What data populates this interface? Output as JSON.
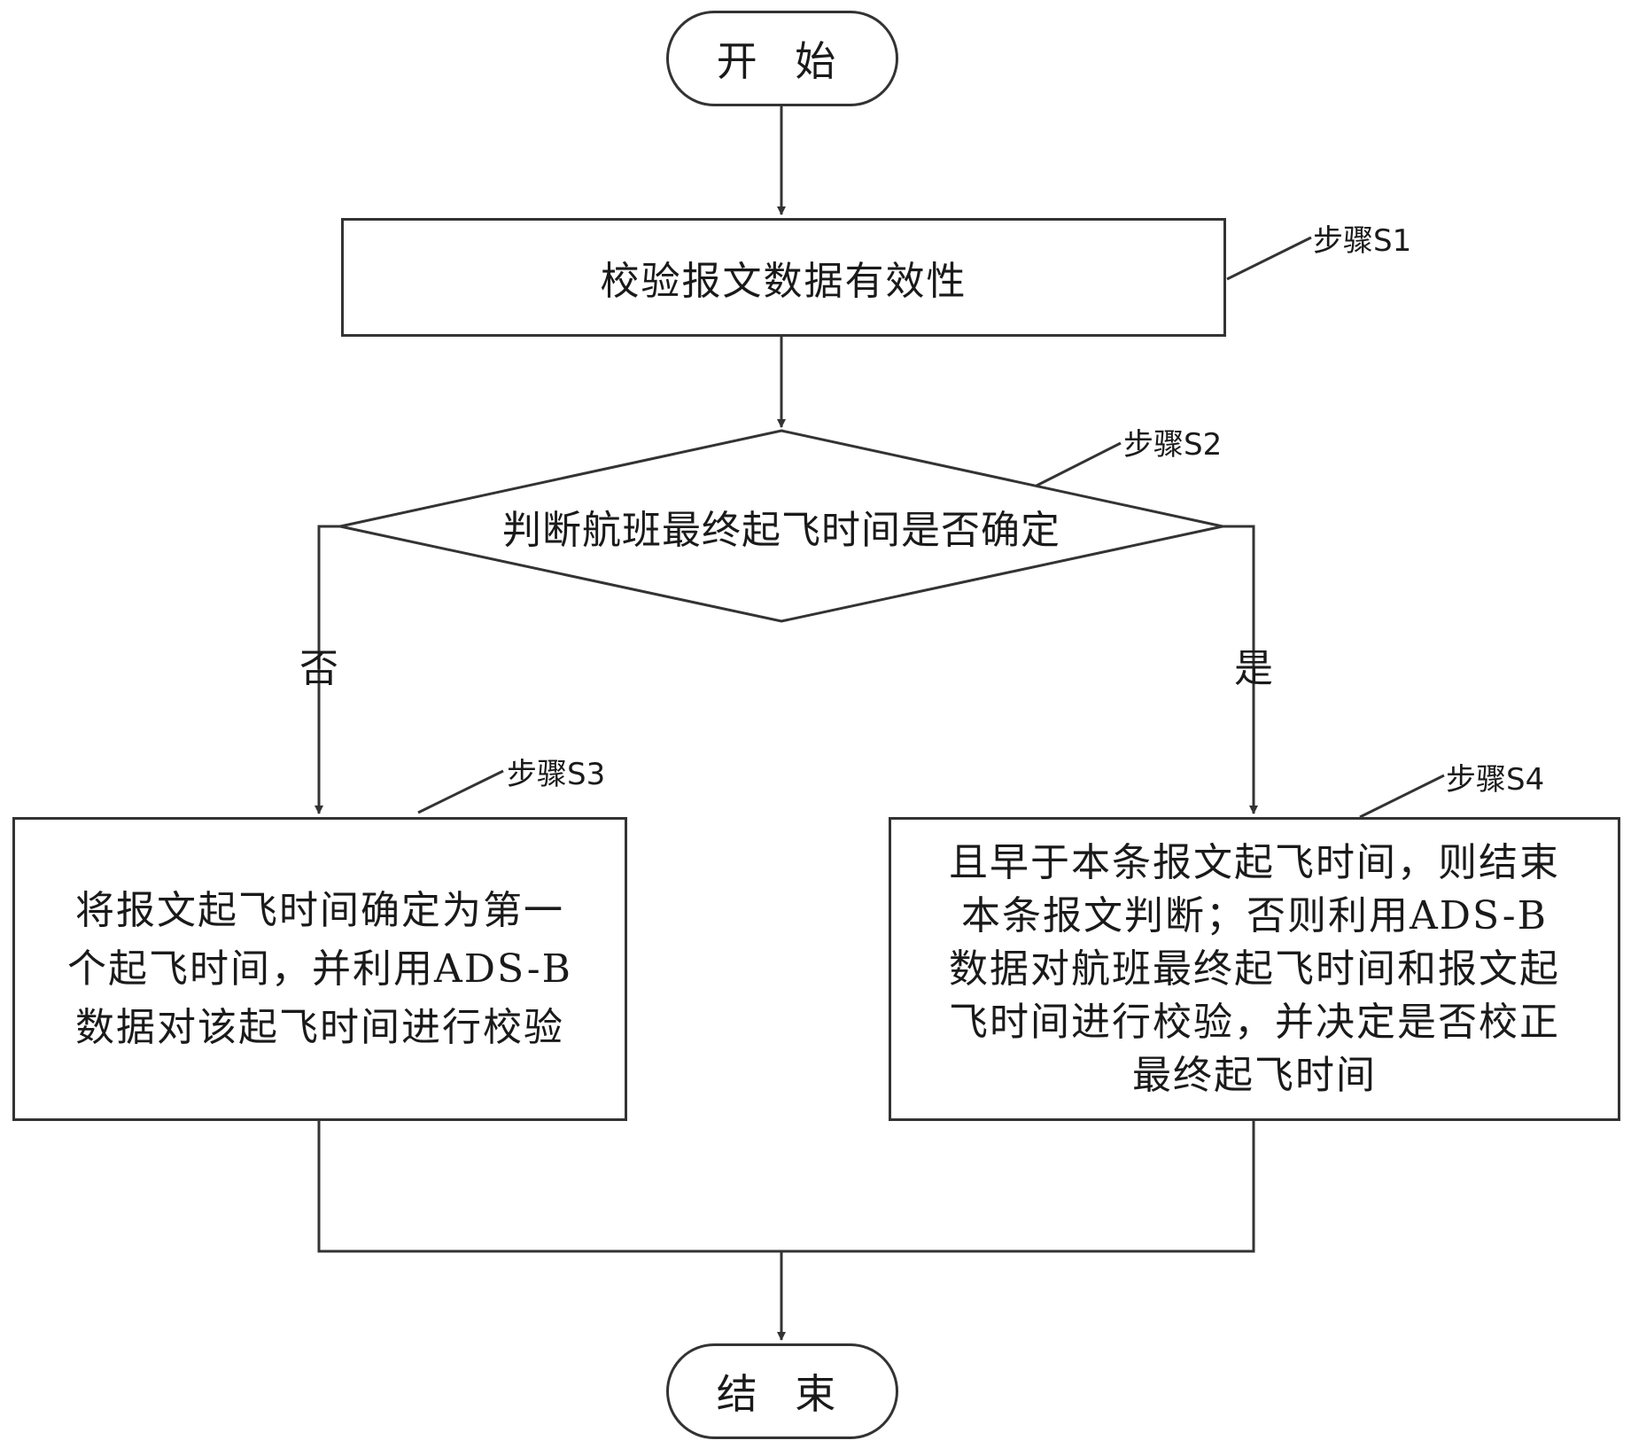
{
  "start": {
    "label": "开 始"
  },
  "end": {
    "label": "结 束"
  },
  "s1": {
    "step": "步骤S1",
    "text": "校验报文数据有效性"
  },
  "s2": {
    "step": "步骤S2",
    "text": "判断航班最终起飞时间是否确定",
    "no": "否",
    "yes": "是"
  },
  "s3": {
    "step": "步骤S3",
    "lines": [
      "将报文起飞时间确定为第一",
      "个起飞时间，并利用ADS-B",
      "数据对该起飞时间进行校验"
    ]
  },
  "s4": {
    "step": "步骤S4",
    "lines": [
      "且早于本条报文起飞时间，则结束",
      "本条报文判断；否则利用ADS-B",
      "数据对航班最终起飞时间和报文起",
      "飞时间进行校验，并决定是否校正",
      "最终起飞时间"
    ]
  }
}
